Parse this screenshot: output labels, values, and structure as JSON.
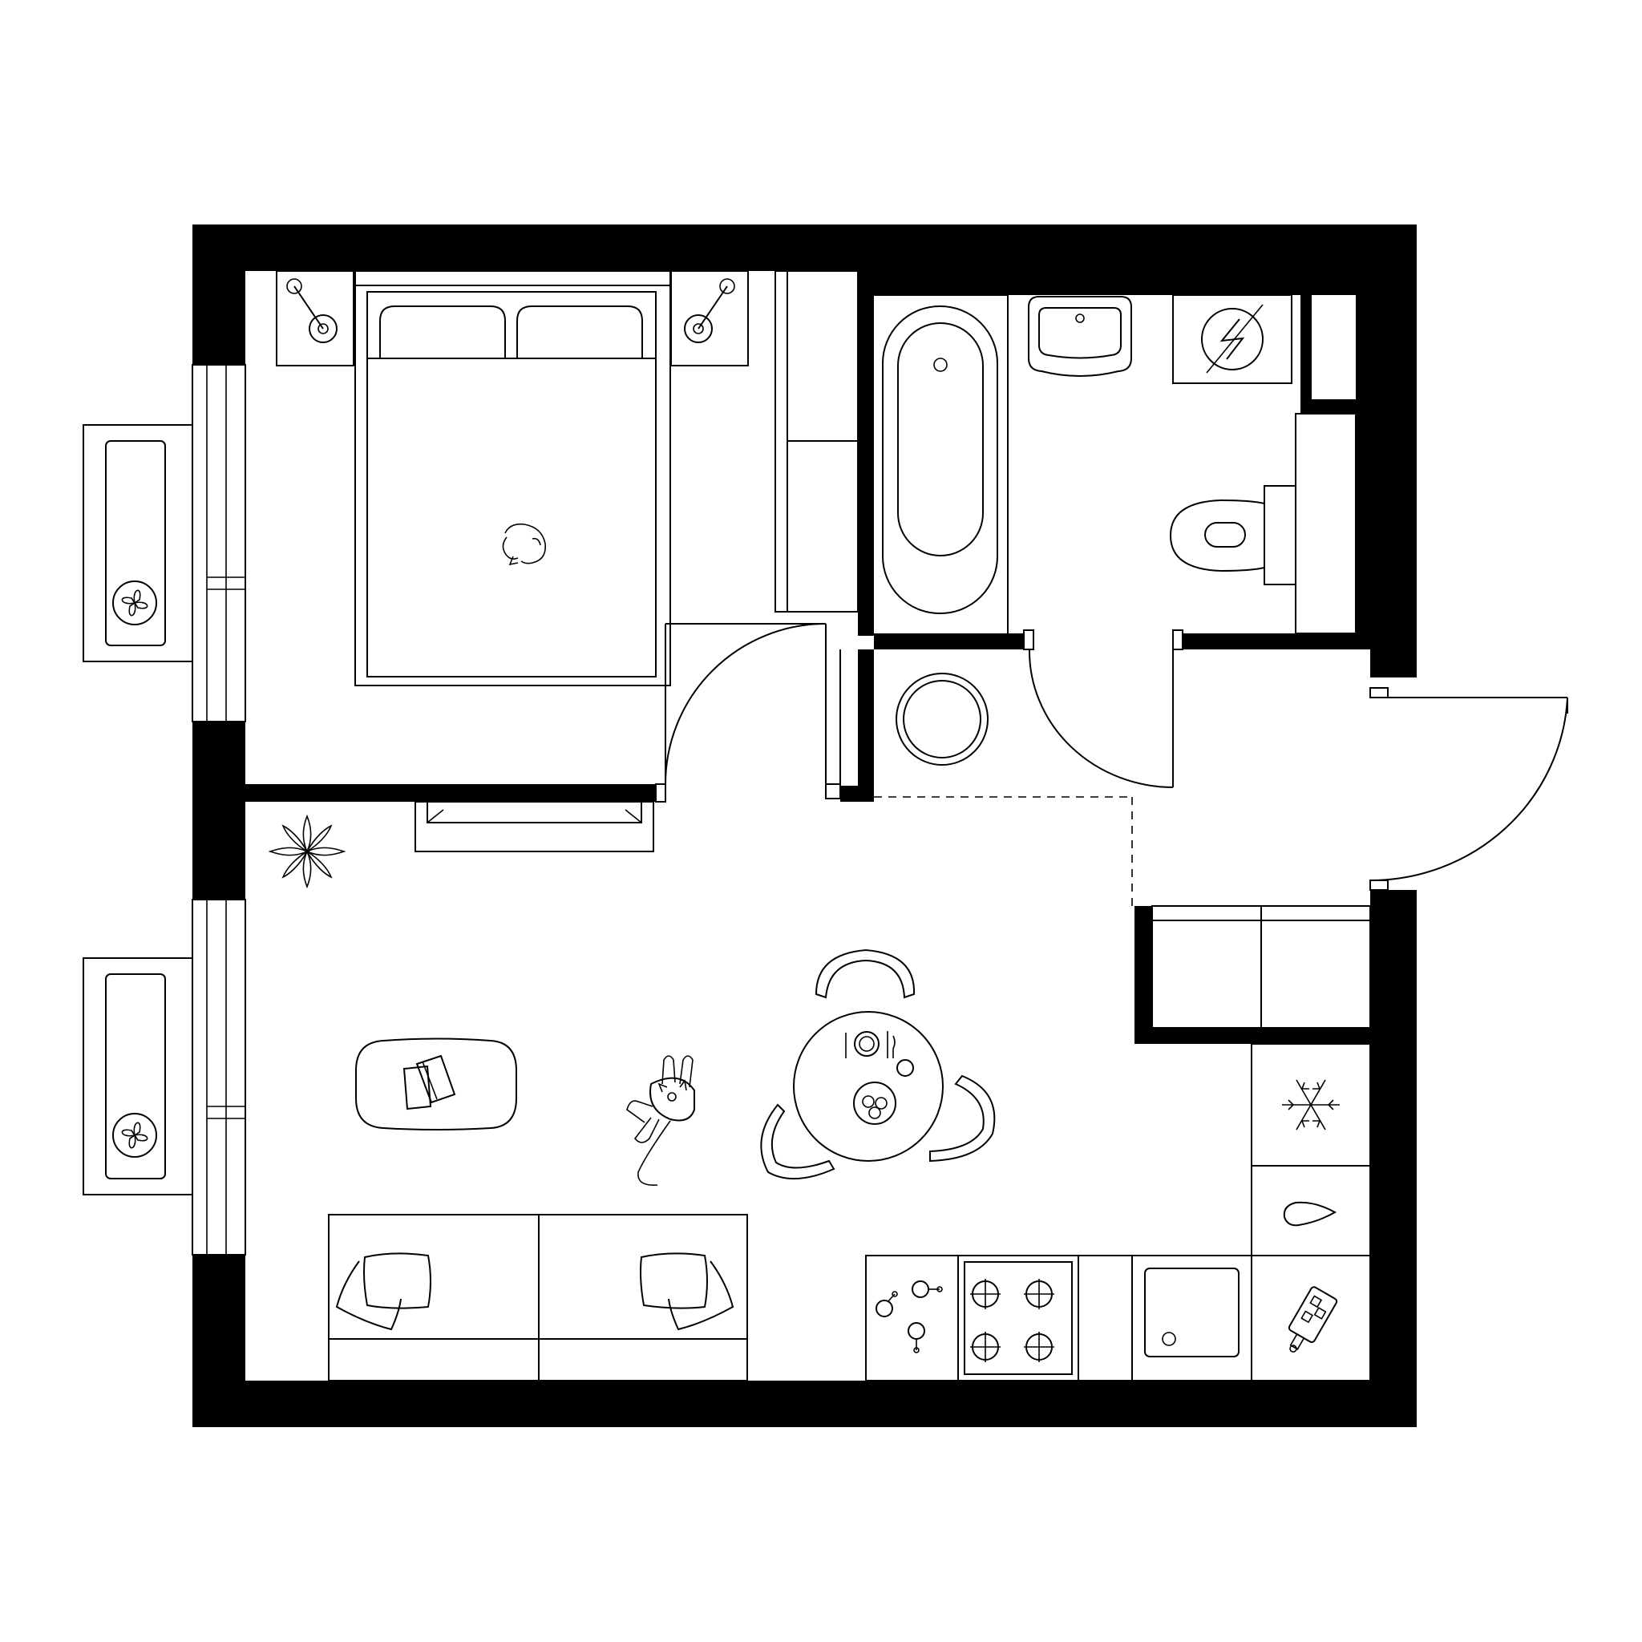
{
  "plan": {
    "colors": {
      "wall": "#000000",
      "line": "#000000",
      "background": "#ffffff"
    },
    "rooms": [
      {
        "id": "bedroom",
        "fixtures": [
          "double-bed",
          "nightstand",
          "nightstand",
          "wardrobe",
          "tv-stand",
          "sleeping-cat"
        ]
      },
      {
        "id": "bathroom",
        "fixtures": [
          "bathtub",
          "washbasin",
          "water-heater",
          "toilet"
        ]
      },
      {
        "id": "laundry",
        "fixtures": [
          "washing-machine"
        ]
      },
      {
        "id": "living-kitchen",
        "fixtures": [
          "floor-plant",
          "coffee-table",
          "books",
          "sofa",
          "dining-table",
          "dining-chair",
          "dining-chair",
          "dining-chair",
          "cat",
          "refrigerator",
          "dishwasher",
          "cutting-board",
          "sink",
          "cooktop",
          "kettle",
          "entry-closet"
        ]
      }
    ],
    "windows": 2,
    "balconies": 2,
    "doors": [
      "bedroom-door",
      "bathroom-door",
      "entrance-door"
    ]
  }
}
